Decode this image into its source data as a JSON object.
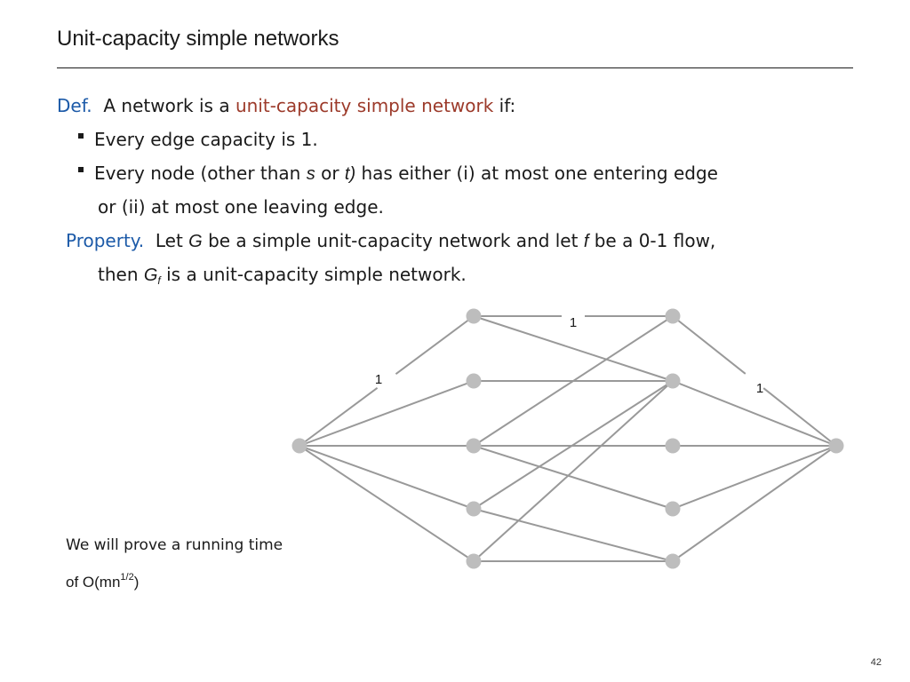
{
  "slide": {
    "title": "Unit-capacity simple networks",
    "page_number": "42"
  },
  "definition": {
    "label": "Def.",
    "intro_before": "A network is a",
    "term": "unit-capacity simple network",
    "intro_after": "if:",
    "bullets": [
      "Every edge capacity is 1.",
      {
        "part1": "Every node (other than",
        "s": "s",
        "or": "or",
        "t": "t)",
        "part2": "has either (i) at most one entering edge",
        "continuation": "or (ii) at most one leaving edge."
      }
    ]
  },
  "property": {
    "label": "Property.",
    "let": "Let",
    "G": "G",
    "mid": "be a simple unit-capacity network and let",
    "f": "f",
    "end": "be a 0-1 flow,",
    "then": "then",
    "Gf_base": "G",
    "Gf_sub": "f",
    "conclusion": "is a unit-capacity simple network."
  },
  "note": {
    "line1": "We will prove a running time",
    "line2_prefix": "of O(mn",
    "line2_sup": "1/2",
    "line2_suffix": ")"
  },
  "graph": {
    "colors": {
      "edge": "#999999",
      "node": "#bdbdbd"
    },
    "nodes": [
      {
        "id": "s"
      },
      {
        "id": "a1"
      },
      {
        "id": "a2"
      },
      {
        "id": "a3"
      },
      {
        "id": "a4"
      },
      {
        "id": "a5"
      },
      {
        "id": "b1"
      },
      {
        "id": "b2"
      },
      {
        "id": "b3"
      },
      {
        "id": "b4"
      },
      {
        "id": "b5"
      },
      {
        "id": "t"
      }
    ],
    "edges": [
      [
        "s",
        "a1"
      ],
      [
        "s",
        "a2"
      ],
      [
        "s",
        "a3"
      ],
      [
        "s",
        "a4"
      ],
      [
        "s",
        "a5"
      ],
      [
        "a1",
        "b1"
      ],
      [
        "a1",
        "b2"
      ],
      [
        "a2",
        "b2"
      ],
      [
        "a3",
        "b1"
      ],
      [
        "a3",
        "b3"
      ],
      [
        "a3",
        "b4"
      ],
      [
        "a4",
        "b2"
      ],
      [
        "a4",
        "b5"
      ],
      [
        "a5",
        "b2"
      ],
      [
        "a5",
        "b5"
      ],
      [
        "b1",
        "t"
      ],
      [
        "b2",
        "t"
      ],
      [
        "b3",
        "t"
      ],
      [
        "b4",
        "t"
      ],
      [
        "b5",
        "t"
      ]
    ],
    "edge_labels": [
      {
        "text": "1",
        "edge": [
          "s",
          "a1"
        ]
      },
      {
        "text": "1",
        "edge": [
          "a1",
          "b1"
        ]
      },
      {
        "text": "1",
        "edge": [
          "b1",
          "t"
        ]
      }
    ]
  }
}
